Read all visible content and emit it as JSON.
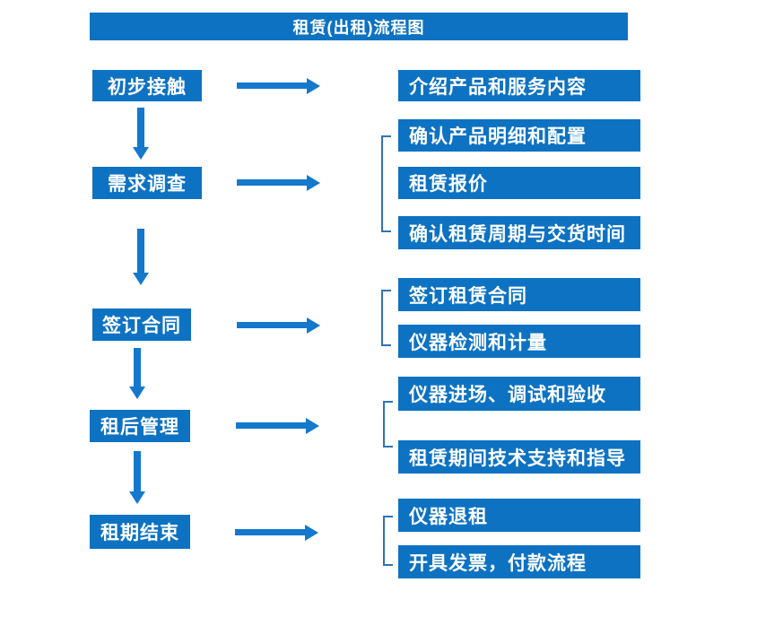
{
  "title": "租赁(出租)流程图",
  "colors": {
    "box_blue": "#0d72c2",
    "arrow_blue": "#1478cd",
    "bracket_blue": "#2e74b5",
    "text": "#ffffff",
    "background": "#ffffff"
  },
  "flow": {
    "steps": [
      {
        "label": "初步接触",
        "outputs": [
          "介绍产品和服务内容"
        ]
      },
      {
        "label": "需求调查",
        "outputs": [
          "确认产品明细和配置",
          "租赁报价",
          "确认租赁周期与交货时间"
        ]
      },
      {
        "label": "签订合同",
        "outputs": [
          "签订租赁合同",
          "仪器检测和计量"
        ]
      },
      {
        "label": "租后管理",
        "outputs": [
          "仪器进场、调试和验收",
          "租赁期间技术支持和指导"
        ]
      },
      {
        "label": "租期结束",
        "outputs": [
          "仪器退租",
          "开具发票，付款流程"
        ]
      }
    ]
  }
}
